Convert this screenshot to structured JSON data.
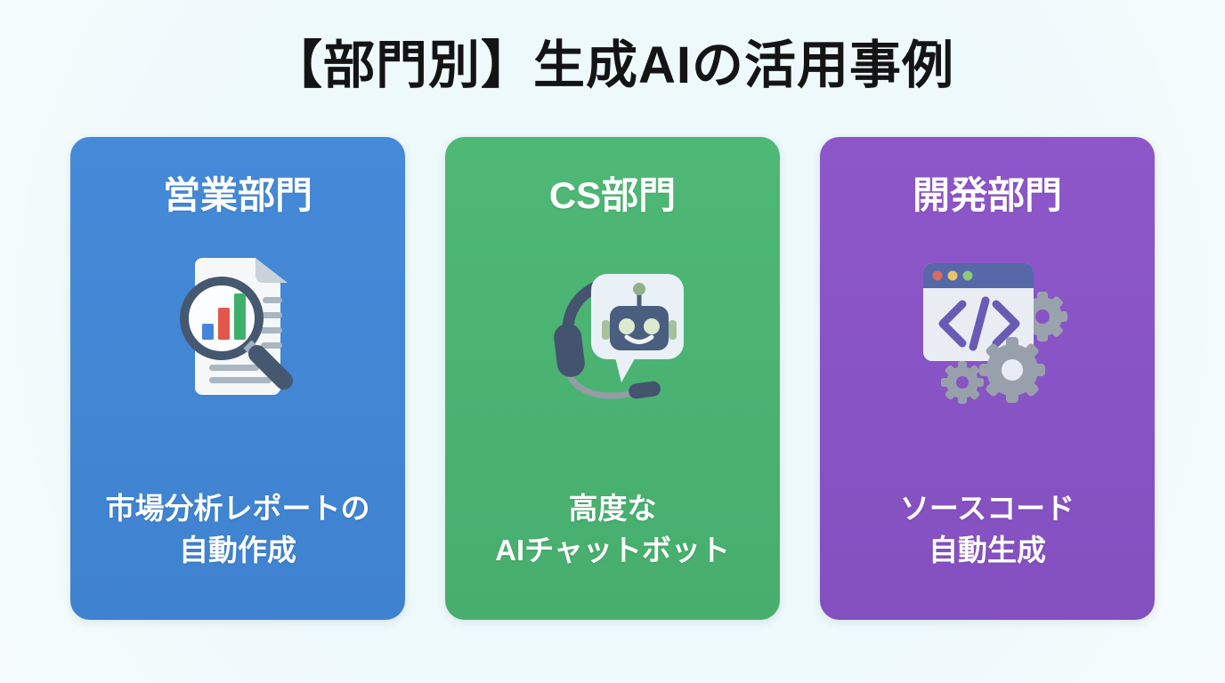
{
  "page": {
    "title": "【部門別】生成AIの活用事例",
    "background_color": "#eef9fb",
    "title_color": "#141414"
  },
  "cards": [
    {
      "id": "sales",
      "title": "営業部門",
      "color": "#4285d3",
      "icon": "market-analysis-report-icon",
      "icon_description": "document with magnifying glass over bar chart",
      "icon_colors": {
        "ring": "#46586f",
        "bar_blue": "#4486d8",
        "bar_red": "#e2574b",
        "bar_green": "#3eb06a",
        "paper": "#f5f7f9"
      },
      "description_lines": [
        "市場分析レポートの",
        "自動作成"
      ]
    },
    {
      "id": "cs",
      "title": "CS部門",
      "color": "#4bb473",
      "icon": "headset-chatbot-icon",
      "icon_description": "headset with robot chatbot in speech bubble",
      "icon_colors": {
        "headset": "#44536e",
        "bubble": "#e9f1f7",
        "robot": "#4a5e80",
        "eyes": "#dcead0"
      },
      "description_lines": [
        "高度な",
        "AIチャットボット"
      ]
    },
    {
      "id": "dev",
      "title": "開発部門",
      "color": "#8952c5",
      "icon": "code-window-gears-icon",
      "icon_description": "browser code window with gears",
      "icon_colors": {
        "titlebar": "#5668a8",
        "body": "#e9edf3",
        "code": "#695bb5",
        "gear": "#98a1ab",
        "dot_red": "#d96a5e",
        "dot_yellow": "#e8c468",
        "dot_green": "#8fc878"
      },
      "description_lines": [
        "ソースコード",
        "自動生成"
      ]
    }
  ]
}
